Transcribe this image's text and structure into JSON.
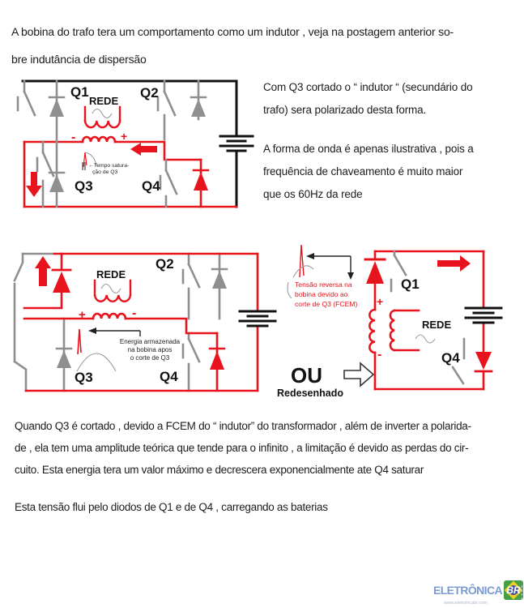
{
  "colors": {
    "accent_red": "#e8131c",
    "wire_gray": "#8f8f8f",
    "wire_black": "#111111",
    "logo_blue": "#7b9cd0",
    "logo_green": "#43a047",
    "logo_yellow": "#f2d022",
    "logo_circle_blue": "#3f51a5"
  },
  "intro": {
    "lines": [
      "A bobina do trafo tera um comportamento como um indutor , veja na postagem anterior so-",
      "bre indutância de dispersão"
    ]
  },
  "side_note": {
    "para1": [
      "Com Q3 cortado o “ indutor “  (secundário do",
      "trafo) sera polarizado desta forma."
    ],
    "para2": [
      "A forma de onda é apenas ilustrativa , pois a",
      "frequência de chaveamento é muito maior",
      "que os 60Hz da rede"
    ]
  },
  "circuit1": {
    "labels": {
      "q1": "Q1",
      "q2": "Q2",
      "q3": "Q3",
      "q4": "Q4",
      "rede": "REDE",
      "minus": "-",
      "plus": "+"
    },
    "annotation": [
      "←Tempo satura-",
      "ção de Q3"
    ]
  },
  "circuit2": {
    "labels": {
      "q2": "Q2",
      "q3": "Q3",
      "q4": "Q4",
      "rede": "REDE",
      "plus": "+",
      "minus": "-"
    },
    "annotation": [
      "Energia armazenada",
      "na bobina apos",
      "o corte de Q3"
    ]
  },
  "middle": {
    "ou": "OU",
    "redesenhado": "Redesenhado"
  },
  "circuit3": {
    "labels": {
      "q1": "Q1",
      "q4": "Q4",
      "rede": "REDE",
      "plus": "+",
      "minus": "-"
    },
    "annotation": [
      "Tensão reversa na",
      "bobina devido ao",
      "corte de Q3 (FCEM)"
    ]
  },
  "bottom": {
    "para1": [
      "Quando Q3 é cortado , devido a FCEM do “ indutor”  do transformador , além de inverter a polarida-",
      "de , ela tem uma amplitude teórica que tende para o infinito , a limitação é devido as perdas do cir-",
      "cuito. Esta energia tera um valor máximo e decrescera exponencialmente ate Q4 saturar"
    ],
    "para2": "Esta tensão flui pelo diodos de Q1 e de Q4 , carregando as baterias"
  },
  "logo": {
    "name": "ELETRÔNICA",
    "br": "BR",
    "url": "www.eletronicabr.com"
  }
}
